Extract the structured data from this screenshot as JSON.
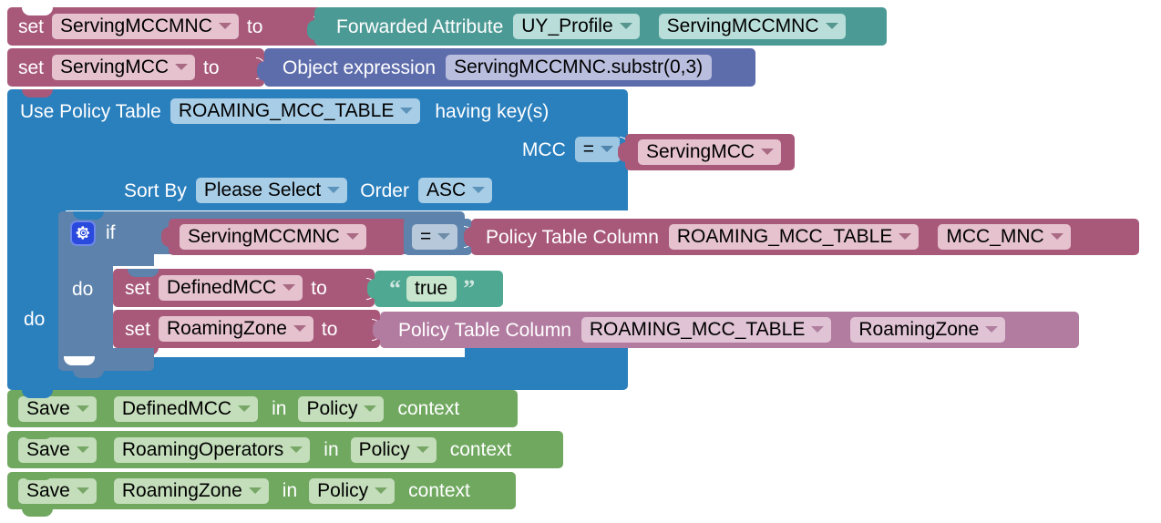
{
  "editor": {
    "name": "blockly-policy-editor",
    "background": "#ffffff"
  },
  "palette": {
    "rose": "#a8597a",
    "teal": "#4c9a95",
    "purple": "#5d6cab",
    "blue": "#2a7fbd",
    "slate": "#5d82ab",
    "green": "#70a860",
    "mint": "#4fa891",
    "gear_blue": "#2a49dd"
  },
  "blocks": {
    "set_serving_mccmnc": {
      "keyword": "set",
      "variable": "ServingMCCMNC",
      "to": "to",
      "value": {
        "label": "Forwarded Attribute",
        "source": "UY_Profile",
        "attribute": "ServingMCCMNC"
      }
    },
    "set_serving_mcc": {
      "keyword": "set",
      "variable": "ServingMCC",
      "to": "to",
      "value": {
        "label": "Object expression",
        "expression": "ServingMCCMNC.substr(0,3)"
      }
    },
    "use_policy_table": {
      "label": "Use Policy Table",
      "table": "ROAMING_MCC_TABLE",
      "having_keys": "having key(s)",
      "key": {
        "name": "MCC",
        "operator": "=",
        "value_variable": "ServingMCC"
      },
      "sort_by_label": "Sort By",
      "sort_by": "Please Select",
      "order_label": "Order",
      "order": "ASC",
      "do_label": "do"
    },
    "if_block": {
      "gear_icon": "gear-icon",
      "if_label": "if",
      "condition": {
        "left_variable": "ServingMCCMNC",
        "operator": "=",
        "right": {
          "label": "Policy Table Column",
          "table": "ROAMING_MCC_TABLE",
          "column": "MCC_MNC"
        }
      },
      "do_label": "do",
      "body": [
        {
          "keyword": "set",
          "variable": "DefinedMCC",
          "to": "to",
          "value_kind": "string",
          "open_quote": "“",
          "close_quote": "”",
          "value": "true"
        },
        {
          "keyword": "set",
          "variable": "RoamingZone",
          "to": "to",
          "value_kind": "policy-table-column",
          "label": "Policy Table Column",
          "table": "ROAMING_MCC_TABLE",
          "column": "RoamingZone"
        }
      ]
    },
    "save_rows": [
      {
        "keyword": "Save",
        "variable": "DefinedMCC",
        "in": "in",
        "context_scope": "Policy",
        "context_label": "context"
      },
      {
        "keyword": "Save",
        "variable": "RoamingOperators",
        "in": "in",
        "context_scope": "Policy",
        "context_label": "context"
      },
      {
        "keyword": "Save",
        "variable": "RoamingZone",
        "in": "in",
        "context_scope": "Policy",
        "context_label": "context"
      }
    ]
  }
}
